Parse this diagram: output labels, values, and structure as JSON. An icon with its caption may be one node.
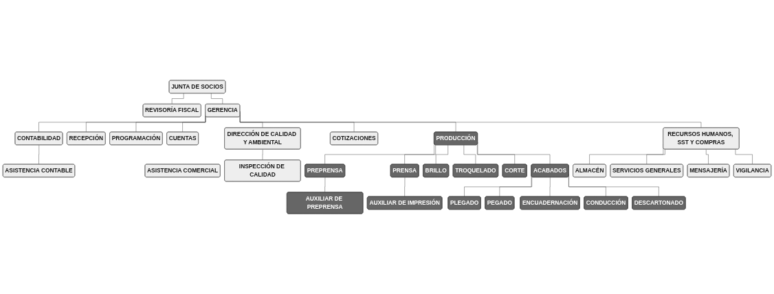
{
  "diagram": {
    "nodes": [
      {
        "text": [
          "JUNTA DE SOCIOS"
        ]
      },
      {
        "text": [
          "REVISORÍA FISCAL"
        ]
      },
      {
        "text": [
          "GERENCIA"
        ]
      },
      {
        "text": [
          "DIRECCIÓN DE CALIDAD Y AMBIENTAL"
        ]
      },
      {
        "text": [
          "RECEPCIÓN"
        ]
      },
      {
        "text": [
          "PROGRAMACIÓN"
        ]
      },
      {
        "text": [
          "PRODUCCIÓN"
        ]
      },
      {
        "text": [
          "CONTABILIDAD"
        ]
      },
      {
        "text": [
          "ASISTENCIA CONTABLE"
        ]
      },
      {
        "text": [
          "COTIZACIONES"
        ]
      },
      {
        "text": [
          "CUENTAS"
        ]
      },
      {
        "text": [
          "ASISTENCIA COMERCIAL"
        ]
      },
      {
        "text": [
          "RECURSOS HUMANOS, SST Y COMPRAS"
        ]
      },
      {
        "text": [
          "INSPECCIÓN DE CALIDAD"
        ]
      },
      {
        "text": [
          "PREPRENSA"
        ]
      },
      {
        "text": [
          "PRENSA"
        ]
      },
      {
        "text": [
          "BRILLO"
        ]
      },
      {
        "text": [
          "TROQUELADO"
        ]
      },
      {
        "text": [
          "CORTE"
        ]
      },
      {
        "text": [
          "ACABADOS"
        ]
      },
      {
        "text": [
          "ALMACÉN"
        ]
      },
      {
        "text": [
          "SERVICIOS GENERALES"
        ]
      },
      {
        "text": [
          "MENSAJERÍA"
        ]
      },
      {
        "text": [
          "AUXILIAR DE PREPRENSA"
        ]
      },
      {
        "text": [
          "AUXILIAR DE IMPRESIÓN"
        ]
      },
      {
        "text": [
          "PLEGADO"
        ]
      },
      {
        "text": [
          "PEGADO"
        ]
      },
      {
        "text": [
          "ENCUADERNACIÓN"
        ]
      },
      {
        "text": [
          "CONDUCCIÓN"
        ]
      },
      {
        "text": [
          "DESCARTONADO"
        ]
      },
      {
        "text": [
          "VIGILANCIA"
        ]
      }
    ],
    "edges": [
      {
        "from": 0,
        "to": 1,
        "arrow": "none"
      },
      {
        "from": 0,
        "to": 2,
        "arrow": "none"
      },
      {
        "from": 2,
        "to": 3,
        "arrow": "none"
      },
      {
        "from": 2,
        "to": 4,
        "arrow": "none"
      },
      {
        "from": 2,
        "to": 5,
        "arrow": "none"
      },
      {
        "from": 2,
        "to": 6,
        "arrow": "none"
      },
      {
        "from": 2,
        "to": 7,
        "arrow": "none"
      },
      {
        "from": 2,
        "to": 9,
        "arrow": "none"
      },
      {
        "from": 2,
        "to": 10,
        "arrow": "none"
      },
      {
        "from": 2,
        "to": 12,
        "arrow": "none"
      },
      {
        "from": 7,
        "to": 8,
        "arrow": "none"
      },
      {
        "from": 3,
        "to": 13,
        "arrow": "none"
      },
      {
        "from": 6,
        "to": 14,
        "arrow": "none"
      },
      {
        "from": 6,
        "to": 15,
        "arrow": "none"
      },
      {
        "from": 6,
        "to": 16,
        "arrow": "none"
      },
      {
        "from": 6,
        "to": 17,
        "arrow": "none"
      },
      {
        "from": 6,
        "to": 18,
        "arrow": "none"
      },
      {
        "from": 6,
        "to": 19,
        "arrow": "none"
      },
      {
        "from": 12,
        "to": 20,
        "arrow": "none"
      },
      {
        "from": 12,
        "to": 21,
        "arrow": "none"
      },
      {
        "from": 12,
        "to": 22,
        "arrow": "none"
      },
      {
        "from": 12,
        "to": 30,
        "arrow": "none"
      },
      {
        "from": 14,
        "to": 23,
        "arrow": "none"
      },
      {
        "from": 15,
        "to": 24,
        "arrow": "none"
      },
      {
        "from": 19,
        "to": 25,
        "arrow": "none"
      },
      {
        "from": 19,
        "to": 26,
        "arrow": "none"
      },
      {
        "from": 19,
        "to": 27,
        "arrow": "none"
      },
      {
        "from": 19,
        "to": 28,
        "arrow": "none"
      },
      {
        "from": 19,
        "to": 29,
        "arrow": "none"
      }
    ]
  }
}
